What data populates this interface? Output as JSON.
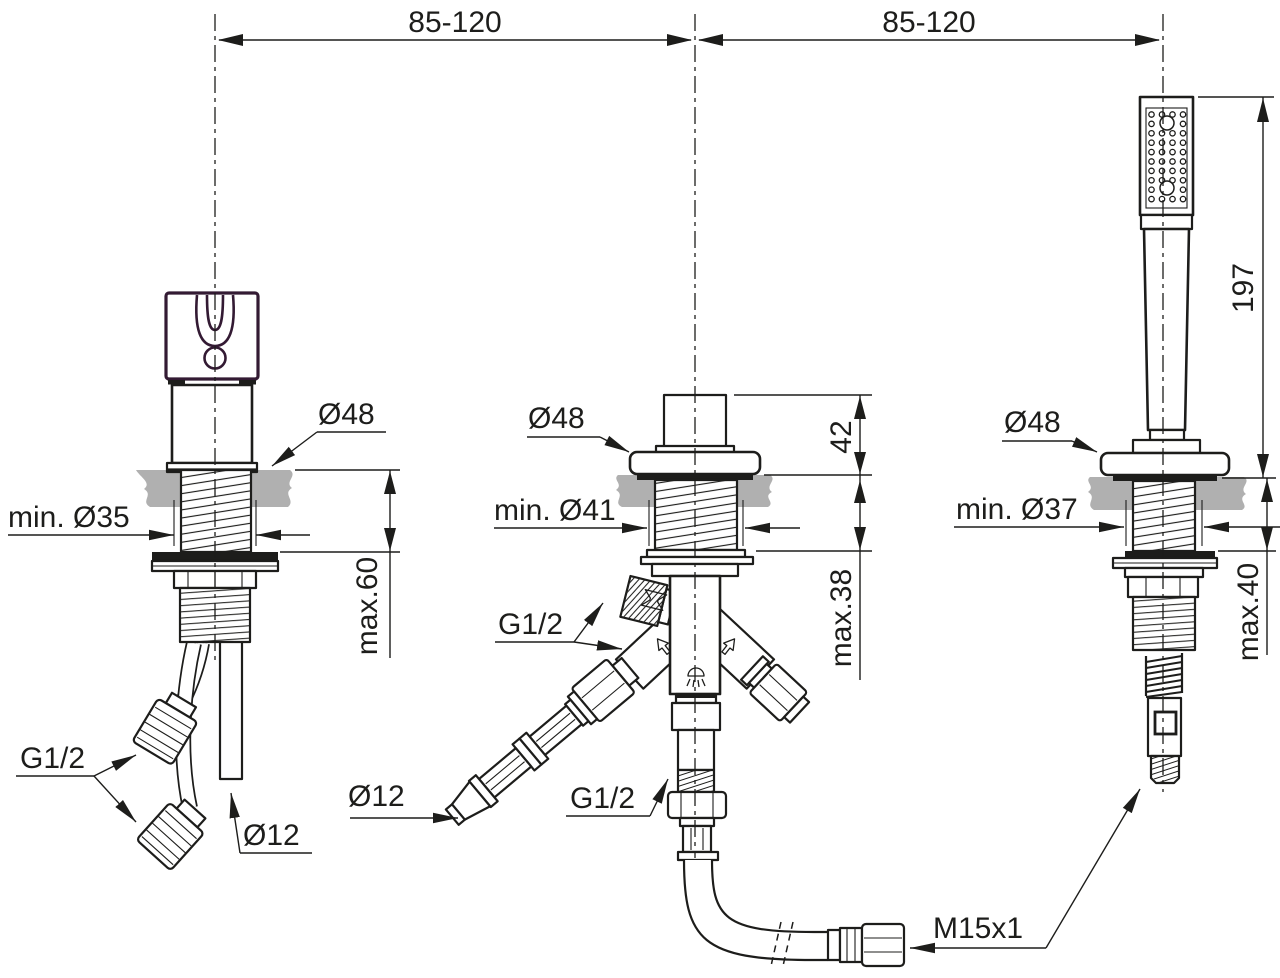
{
  "drawing": {
    "labels": {
      "spacing_left": "85-120",
      "spacing_right": "85-120"
    },
    "mixer": {
      "escutcheon_dia": "Ø48",
      "min_hole": "min. Ø35",
      "max_deck": "max.60",
      "hose_thread": "G1/2",
      "pipe_dia": "Ø12"
    },
    "diverter": {
      "escutcheon_dia": "Ø48",
      "height_above_deck": "42",
      "min_hole": "min. Ø41",
      "max_deck": "max.38",
      "outlet_thread": "G1/2",
      "riser_thread": "G1/2",
      "hose_tail_dia": "Ø12"
    },
    "handshower": {
      "height": "197",
      "escutcheon_dia": "Ø48",
      "min_hole": "min. Ø37",
      "max_deck": "max.40",
      "hose_thread": "M15x1"
    },
    "colors": {
      "line": "#1d1d1b",
      "handle_accent": "#331a33",
      "deck_gray": "#b0b0b0",
      "background": "#ffffff"
    }
  }
}
